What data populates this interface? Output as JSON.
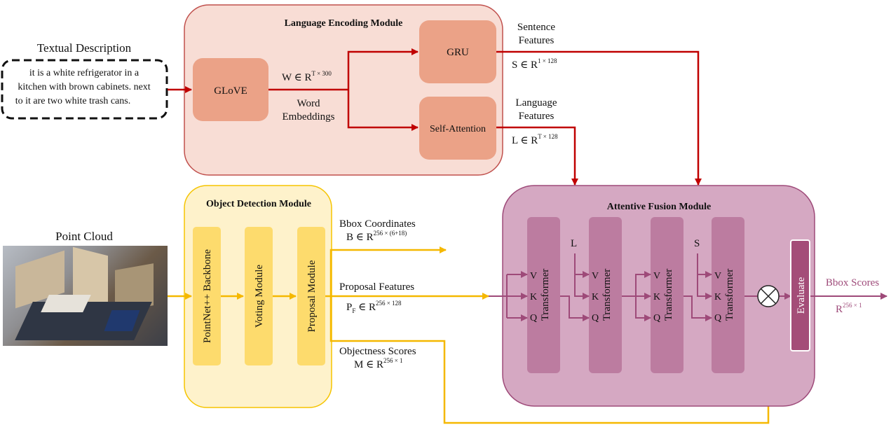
{
  "textual_description": {
    "title": "Textual Description",
    "lines": [
      "it is a white refrigerator in a",
      "kitchen with brown cabinets. next",
      "to it are two white trash cans."
    ]
  },
  "language_module": {
    "title": "Language Encoding Module",
    "glove": "GLoVE",
    "gru": "GRU",
    "self_attention": "Self-Attention",
    "w_symbol": "W ∈ R",
    "w_exp": "T × 300",
    "word_embeddings_1": "Word",
    "word_embeddings_2": "Embeddings",
    "sentence_features_1": "Sentence",
    "sentence_features_2": "Features",
    "s_symbol": "S ∈ R",
    "s_exp": "1 × 128",
    "language_features_1": "Language",
    "language_features_2": "Features",
    "l_symbol": "L ∈ R",
    "l_exp": "T × 128"
  },
  "point_cloud": {
    "title": "Point Cloud"
  },
  "detection_module": {
    "title": "Object Detection Module",
    "backbone": "PointNet++ Backbone",
    "voting": "Voting Module",
    "proposal": "Proposal Module",
    "bbox_coords": "Bbox Coordinates",
    "b_symbol": "B ∈ R",
    "b_exp": "256 × (6+18)",
    "proposal_features": "Proposal Features",
    "pf_symbol": "P",
    "pf_sub": "F",
    "pf_rest": " ∈  R",
    "pf_exp": "256 × 128",
    "objectness": "Objectness Scores",
    "m_symbol": "M ∈ R",
    "m_exp": "256 × 1"
  },
  "fusion_module": {
    "title": "Attentive Fusion Module",
    "transformer": "Transformer",
    "v": "V",
    "k": "K",
    "q": "Q",
    "l_input": "L",
    "s_input": "S",
    "evaluate": "Evaluate",
    "bbox_scores": "Bbox Scores",
    "out_symbol": "R",
    "out_exp": "256 × 1"
  },
  "colors": {
    "red_arrow": "#c00000",
    "yellow_arrow": "#f5b800",
    "purple_arrow": "#9e4a79",
    "lang_bg": "#f8ddd5",
    "lang_block": "#eba287",
    "det_bg": "#fef2cb",
    "det_block": "#fddb6d",
    "fusion_bg": "#d5a8c2",
    "fusion_block": "#bc7ca0",
    "evaluate_block": "#a44d78"
  }
}
